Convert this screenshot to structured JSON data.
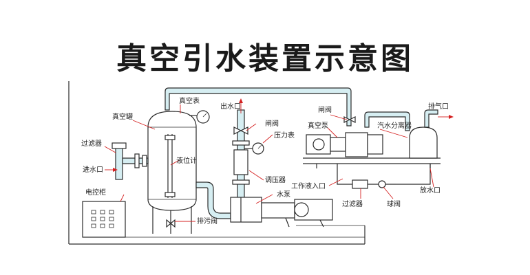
{
  "title": "真空引水装置示意图",
  "labels": {
    "vacuum_gauge": "真空表",
    "outlet": "出水口",
    "gate_valve_left": "闸阀",
    "gate_valve_right": "闸阀",
    "exhaust": "排气口",
    "vacuum_tank": "真空罐",
    "filter_left": "过滤器",
    "inlet": "进水口",
    "level_gauge": "液位计",
    "pressure_gauge": "压力表",
    "vacuum_pump": "真空泵",
    "separator": "汽水分离器",
    "regulator": "调压器",
    "work_fluid_inlet": "工作液入口",
    "water_pump": "水泵",
    "control_cabinet": "电控柜",
    "drain_valve": "排污阀",
    "filter_right": "过滤器",
    "ball_valve": "球阀",
    "drain_outlet": "放水口"
  },
  "colors": {
    "pipe_fill": "#d6eef2",
    "label_accent": "#d42020",
    "line": "#2a2a2a"
  }
}
